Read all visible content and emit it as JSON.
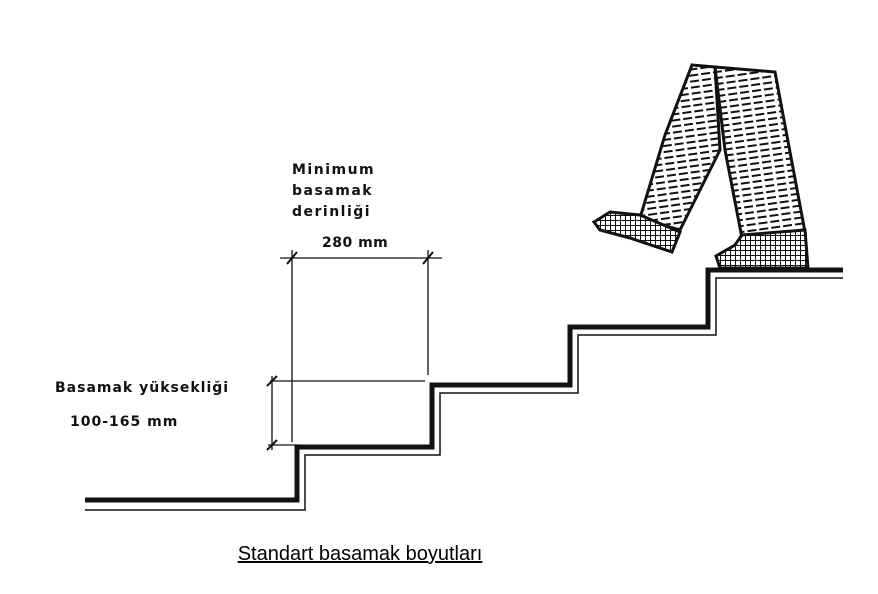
{
  "depth_label": {
    "lines": [
      "Minimum",
      "basamak",
      "derinliği"
    ],
    "value": "280 mm"
  },
  "height_label": {
    "title": "Basamak yüksekliği",
    "value": "100-165 mm"
  },
  "caption": "Standart basamak boyutları"
}
